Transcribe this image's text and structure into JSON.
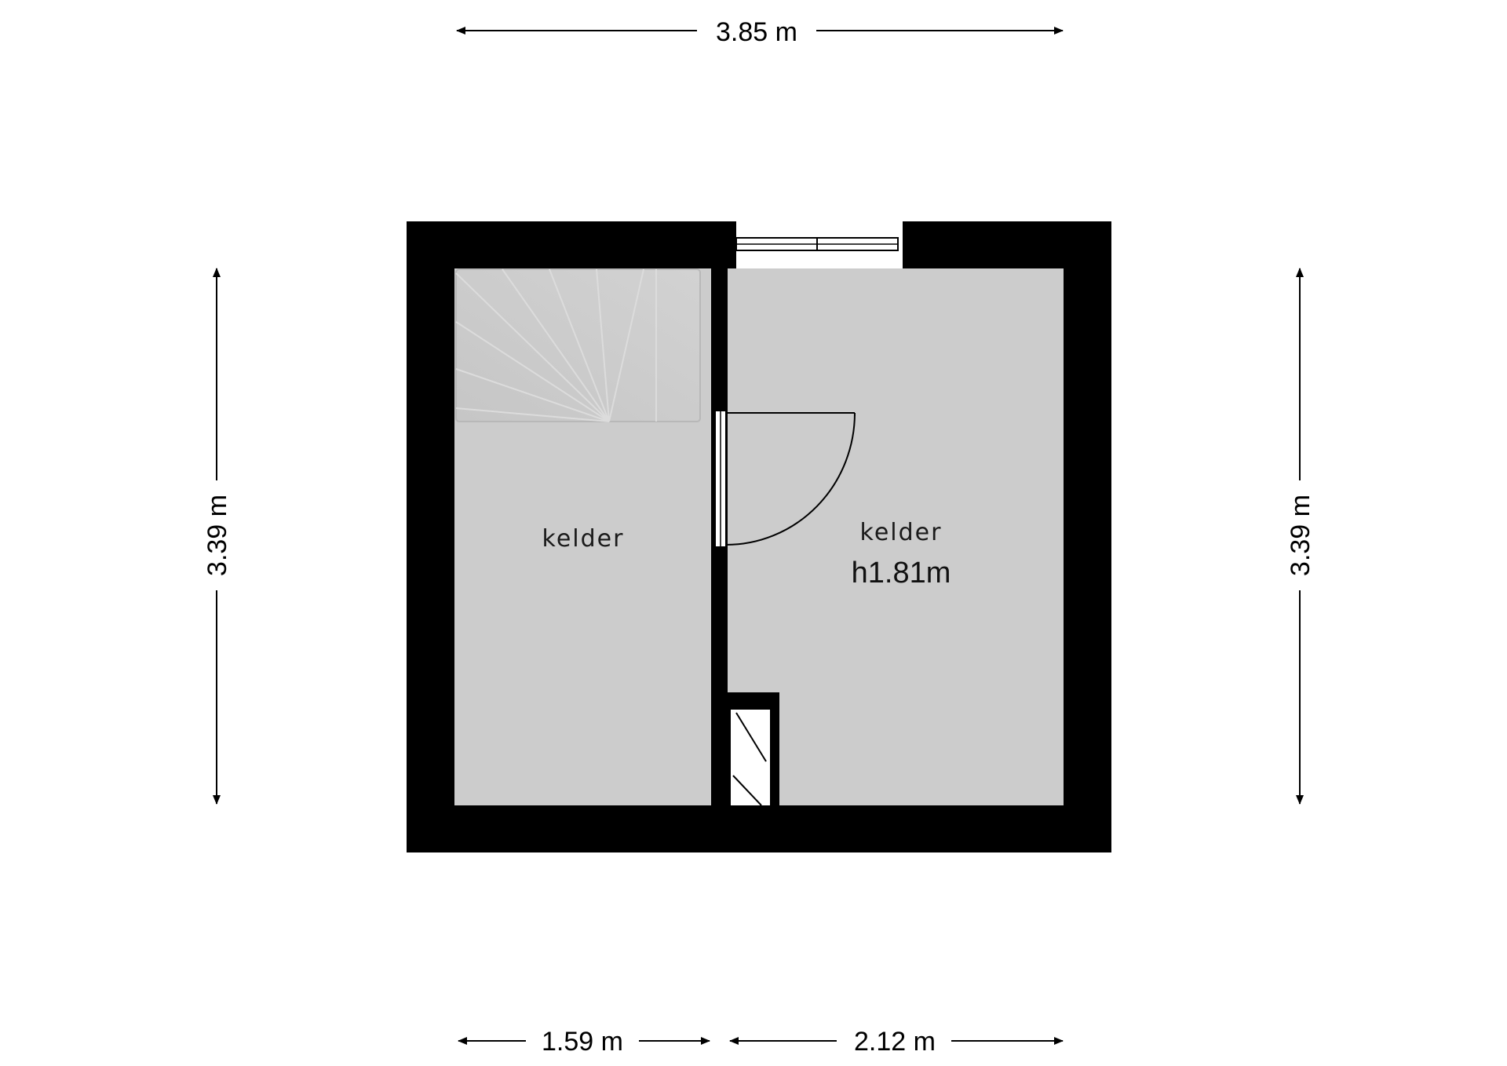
{
  "dimensions": {
    "top": "3.85 m",
    "left": "3.39 m",
    "right": "3.39 m",
    "bottom_left": "1.59 m",
    "bottom_right": "2.12 m"
  },
  "rooms": [
    {
      "name": "kelder"
    },
    {
      "name": "kelder",
      "height": "h1.81m"
    }
  ],
  "colors": {
    "wall": "#000000",
    "floor": "#cccccc",
    "stairs": "#bdbdbd",
    "background": "#ffffff"
  }
}
